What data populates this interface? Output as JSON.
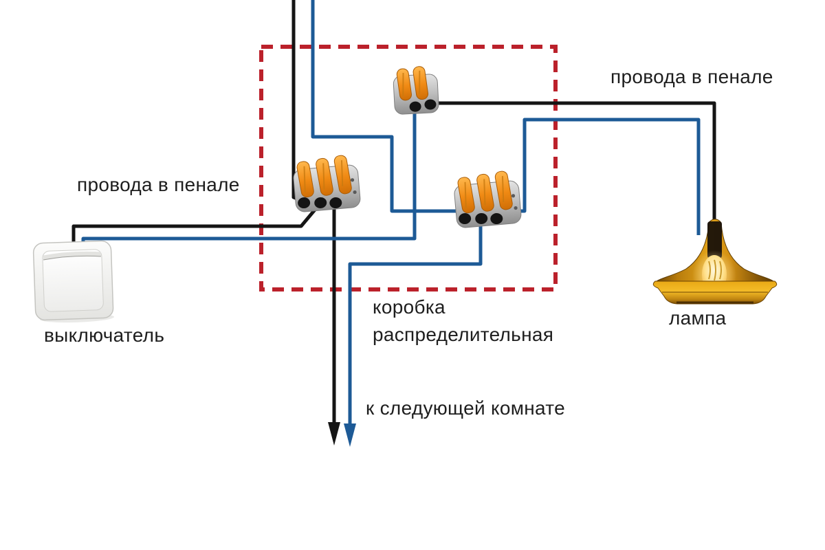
{
  "diagram": {
    "labels": {
      "conduit_left": "провода в пенале",
      "conduit_right": "провода в пенале",
      "junction_box_line1": "коробка",
      "junction_box_line2": "распределительная",
      "next_room": "к следующей комнате",
      "switch": "выключатель",
      "lamp": "лампа"
    },
    "colors": {
      "wire_black": "#151515",
      "wire_blue": "#1d5a96",
      "box_red": "#bb212b",
      "text": "#1e1e1e",
      "bg": "#ffffff"
    },
    "components": {
      "switch": "wall rocker switch",
      "junction_box": "distribution box (red dashed outline)",
      "connector_top": "2-port lever wire connector",
      "connector_left": "3-port lever wire connector",
      "connector_right": "3-port lever wire connector",
      "lamp": "amber pendant lamp with filament bulb",
      "arrow_black": "live wire to next room",
      "arrow_blue": "neutral wire to next room"
    }
  }
}
